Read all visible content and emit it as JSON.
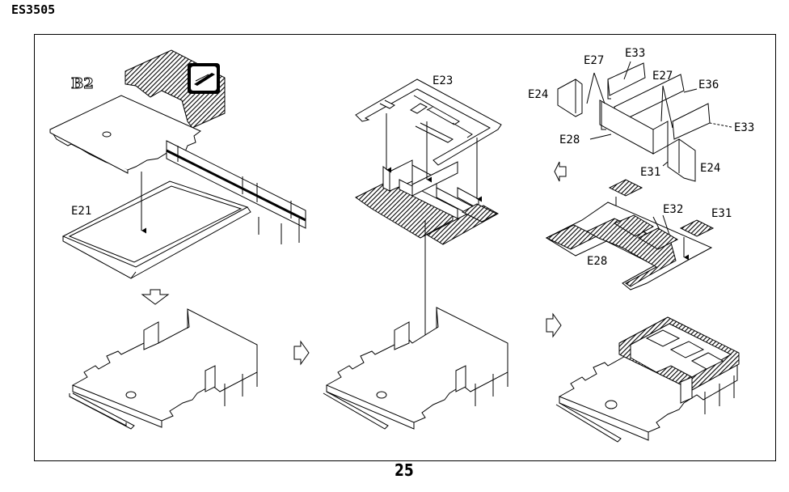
{
  "header": {
    "code": "ES3505"
  },
  "footer": {
    "page_number": "25"
  },
  "labels": {
    "b2": "B2",
    "e21": "E21",
    "e23": "E23",
    "e24a": "E24",
    "e24b": "E24",
    "e27a": "E27",
    "e27b": "E27",
    "e28a": "E28",
    "e28b": "E28",
    "e31a": "E31",
    "e31b": "E31",
    "e32": "E32",
    "e33a": "E33",
    "e33b": "E33",
    "e36": "E36"
  }
}
